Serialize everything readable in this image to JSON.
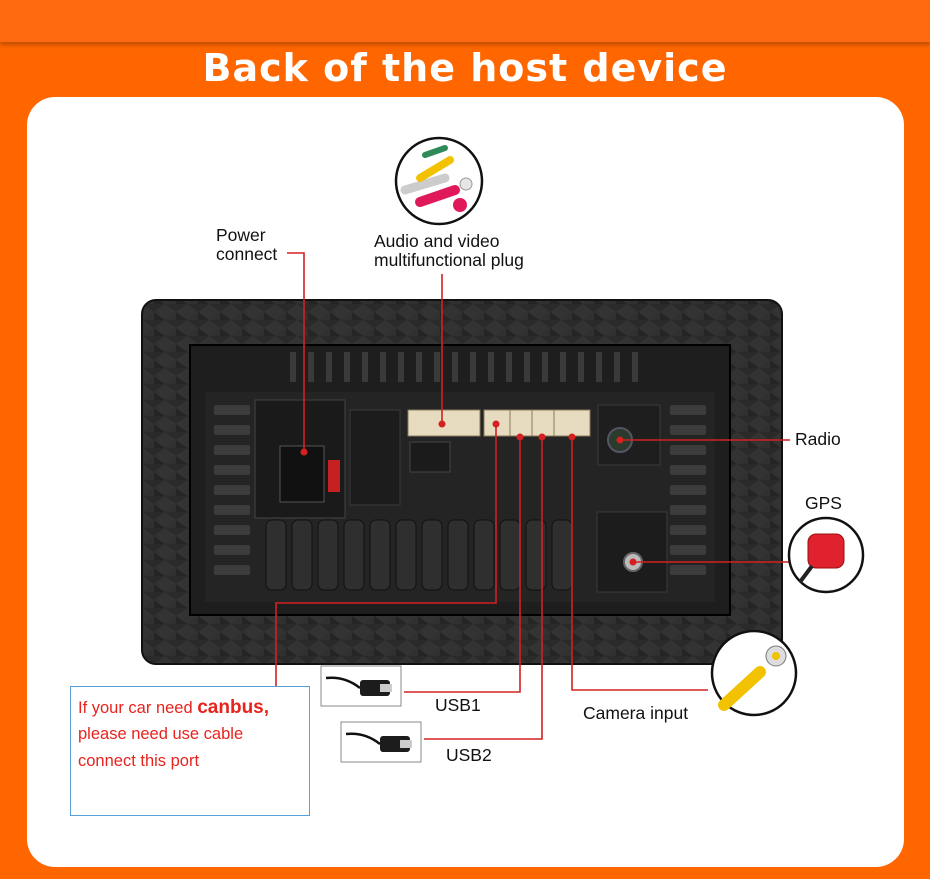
{
  "title": "Back of the host device",
  "labels": {
    "power": [
      "Power",
      "connect"
    ],
    "av": [
      "Audio and video",
      "multifunctional plug"
    ],
    "radio": "Radio",
    "gps": "GPS",
    "usb1": "USB1",
    "usb2": "USB2",
    "camera": "Camera input"
  },
  "canbus": {
    "line1_pre": "If your car need ",
    "line1_bold": "canbus,",
    "line2": "please need use cable",
    "line3": "connect this port"
  },
  "colors": {
    "background": "#ff6600",
    "panel": "#ffffff",
    "leader_lines": "#d42020",
    "warning_text": "#e8231e",
    "warning_fill": "#ffd200"
  },
  "icons": [
    "warning-icon",
    "warning-icon",
    "warning-icon",
    "rca-plug-icon",
    "gps-antenna-icon",
    "usb-cable-icon",
    "yellow-rca-icon",
    "canbus-connector-photo"
  ]
}
